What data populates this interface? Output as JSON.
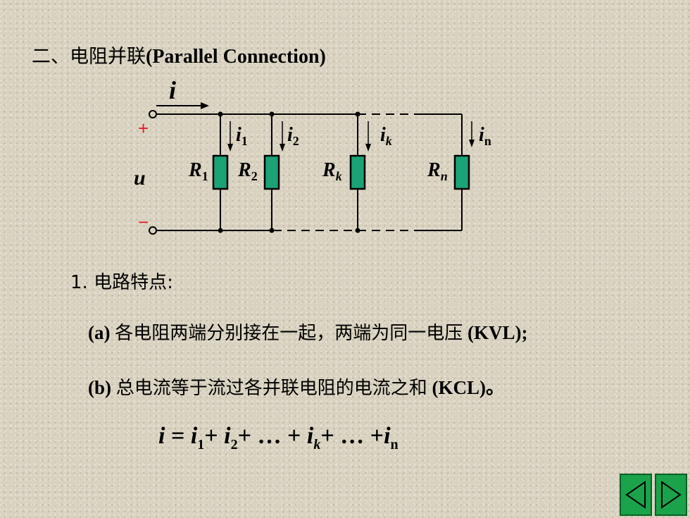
{
  "slide": {
    "title_cn": "二、电阻并联",
    "title_en": "(Parallel Connection)",
    "section_heading": "1. 电路特点:",
    "point_a_label": "(a)",
    "point_a_text": "各电阻两端分别接在一起，两端为同一电压",
    "point_a_tag": "(KVL);",
    "point_b_label": "(b)",
    "point_b_text": "总电流等于流过各并联电阻的电流之和",
    "point_b_tag": "(KCL)。"
  },
  "circuit": {
    "total_current": "i",
    "voltage": "u",
    "plus_sign": "+",
    "minus_sign": "−",
    "branches": [
      {
        "current": "i",
        "current_sub": "1",
        "resistor": "R",
        "resistor_sub": "1"
      },
      {
        "current": "i",
        "current_sub": "2",
        "resistor": "R",
        "resistor_sub": "2"
      },
      {
        "current": "i",
        "current_sub": "k",
        "resistor": "R",
        "resistor_sub": "k"
      },
      {
        "current": "i",
        "current_sub": "n",
        "resistor": "R",
        "resistor_sub": "n"
      }
    ],
    "colors": {
      "resistor_fill": "#1aa374",
      "wire": "#000000",
      "plus": "#e0202a",
      "minus": "#e0202a"
    }
  },
  "formula": {
    "lhs": "i",
    "equals": " = ",
    "t1": "i",
    "t1_sub": "1",
    "plus1": "+ ",
    "t2": "i",
    "t2_sub": "2",
    "plus2": "+ … + ",
    "tk": "i",
    "tk_sub": "k",
    "plus3": "+ … +",
    "tn": "i",
    "tn_sub": "n"
  },
  "navigation": {
    "prev_icon": "triangle-left-icon",
    "next_icon": "triangle-right-icon",
    "color": "#1aa34a"
  }
}
